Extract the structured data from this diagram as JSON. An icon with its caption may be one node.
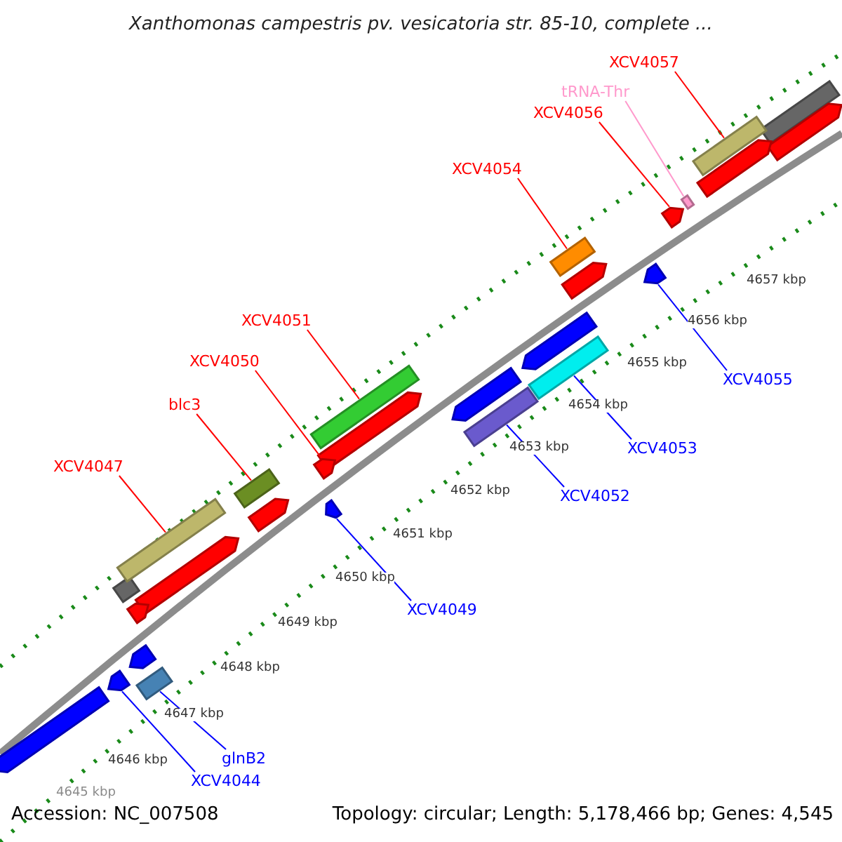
{
  "diagram": {
    "title": "Xanthomonas campestris pv. vesicatoria str. 85-10, complete ...",
    "nodes": [
      {
        "text": [
          "XCV4057"
        ]
      },
      {
        "text": [],
        "shape": "bar"
      },
      {
        "text": [
          "tRNA-Thr"
        ]
      },
      {
        "text": [],
        "shape": "bar"
      },
      {
        "text": [
          "XCV4056"
        ]
      },
      {
        "text": [],
        "shape": "pentagon"
      },
      {
        "text": [
          "XCV4054"
        ]
      },
      {
        "text": [],
        "shape": "bar"
      },
      {
        "text": [
          "XCV4051"
        ]
      },
      {
        "text": [],
        "shape": "bar"
      },
      {
        "text": [
          "XCV4050"
        ]
      },
      {
        "text": [],
        "shape": "pentagon"
      },
      {
        "text": [
          "blc3"
        ]
      },
      {
        "text": [],
        "shape": "bar"
      },
      {
        "text": [
          "XCV4047"
        ]
      },
      {
        "text": [],
        "shape": "bar"
      },
      {
        "text": [
          "XCV4055"
        ]
      },
      {
        "text": [],
        "shape": "pentagon"
      },
      {
        "text": [
          "XCV4053"
        ]
      },
      {
        "text": [],
        "shape": "bar"
      },
      {
        "text": [
          "XCV4052"
        ]
      },
      {
        "text": [],
        "shape": "bar"
      },
      {
        "text": [
          "XCV4049"
        ]
      },
      {
        "text": [],
        "shape": "pentagon"
      },
      {
        "text": [
          "glnB2"
        ]
      },
      {
        "text": [],
        "shape": "bar"
      },
      {
        "text": [
          "XCV4044"
        ]
      },
      {
        "text": [],
        "shape": "pentagon"
      }
    ],
    "edges": [
      {
        "from": 0,
        "to": 1,
        "arrow": "none"
      },
      {
        "from": 2,
        "to": 3,
        "arrow": "none",
        "color": "#ff99cc"
      },
      {
        "from": 4,
        "to": 5,
        "arrow": "none"
      },
      {
        "from": 6,
        "to": 7,
        "arrow": "none"
      },
      {
        "from": 8,
        "to": 9,
        "arrow": "none"
      },
      {
        "from": 10,
        "to": 11,
        "arrow": "none"
      },
      {
        "from": 12,
        "to": 13,
        "arrow": "none"
      },
      {
        "from": 14,
        "to": 15,
        "arrow": "none"
      },
      {
        "from": 16,
        "to": 17,
        "arrow": "none",
        "color": "#0000ff"
      },
      {
        "from": 18,
        "to": 19,
        "arrow": "none",
        "color": "#0000ff"
      },
      {
        "from": 20,
        "to": 21,
        "arrow": "none",
        "color": "#0000ff"
      },
      {
        "from": 22,
        "to": 23,
        "arrow": "none",
        "color": "#0000ff"
      },
      {
        "from": 24,
        "to": 25,
        "arrow": "none",
        "color": "#0000ff"
      },
      {
        "from": 26,
        "to": 27,
        "arrow": "none",
        "color": "#0000ff"
      }
    ],
    "labels": [
      "4657 kbp",
      "4656 kbp",
      "4655 kbp",
      "4654 kbp",
      "4653 kbp",
      "4652 kbp",
      "4651 kbp",
      "4650 kbp",
      "4649 kbp",
      "4648 kbp",
      "4647 kbp",
      "4646 kbp",
      "4645 kbp",
      "Accession: NC_007508",
      "Topology: circular; Length: 5,178,466 bp; Genes: 4,545"
    ]
  }
}
